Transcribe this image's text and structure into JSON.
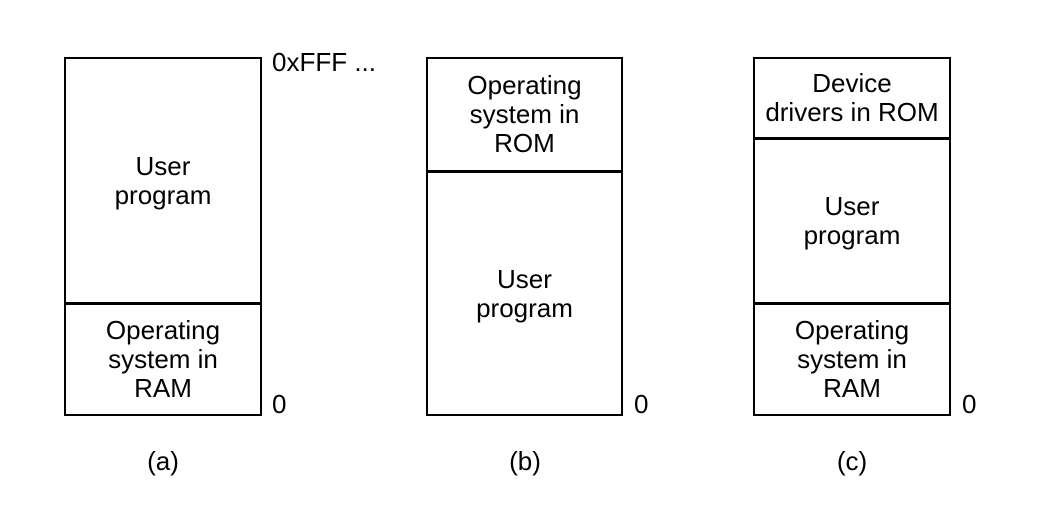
{
  "diagram": {
    "title": "memory-organization-layouts",
    "background_color": "#ffffff",
    "line_color": "#000000",
    "panels": {
      "a": {
        "caption": "(a)",
        "top_address_label": "0xFFF ...",
        "bottom_address_label": "0",
        "sections": [
          {
            "name": "user-program",
            "label": "User\nprogram"
          },
          {
            "name": "operating-system-ram",
            "label": "Operating\nsystem in\nRAM"
          }
        ]
      },
      "b": {
        "caption": "(b)",
        "bottom_address_label": "0",
        "sections": [
          {
            "name": "operating-system-rom",
            "label": "Operating\nsystem in\nROM"
          },
          {
            "name": "user-program",
            "label": "User\nprogram"
          }
        ]
      },
      "c": {
        "caption": "(c)",
        "bottom_address_label": "0",
        "sections": [
          {
            "name": "device-drivers-rom",
            "label": "Device\ndrivers in ROM"
          },
          {
            "name": "user-program",
            "label": "User\nprogram"
          },
          {
            "name": "operating-system-ram",
            "label": "Operating\nsystem in\nRAM"
          }
        ]
      }
    }
  }
}
